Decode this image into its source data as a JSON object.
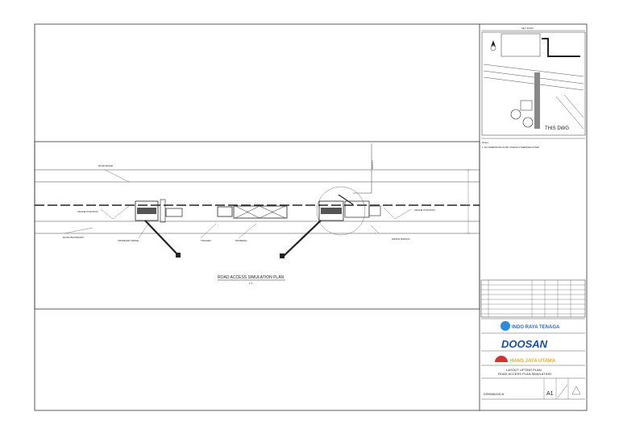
{
  "drawing": {
    "title": "ROAD ACCESS SIMULATION PLAN",
    "scale_note": "1:1"
  },
  "plan_labels": {
    "road_edge": "ROAD EDGE",
    "road_boundary": "ROAD BOUNDARY",
    "crane_position_1": "CRANE POSITION",
    "crane_position_2": "CRANE POSITION",
    "trailer": "TRAILER",
    "material": "MATERIAL",
    "crawler_crane": "CRAWLER CRANE",
    "swing_radius": "SWING RADIUS",
    "north_arrow_text": "NORTH"
  },
  "title_block": {
    "key_plan_label": "KEY PLAN",
    "this_dwg": "THIS DWG",
    "notes_label": "Notes:",
    "note_1": "1. ALL DIMENSIONS IN MM, UNLESS OTHERWISE NOTED",
    "company_1": "INDO RAYA TENAGA",
    "company_2": "DOOSAN",
    "company_3": "HANS JAYA UTAMA",
    "drawing_title_1": "LAYOUT LIFTING PLAN",
    "drawing_title_2": "ROAD ACCESS PLAN SIMULATION",
    "sheet_size": "A1",
    "drawing_number": "DSHMA100-A"
  }
}
